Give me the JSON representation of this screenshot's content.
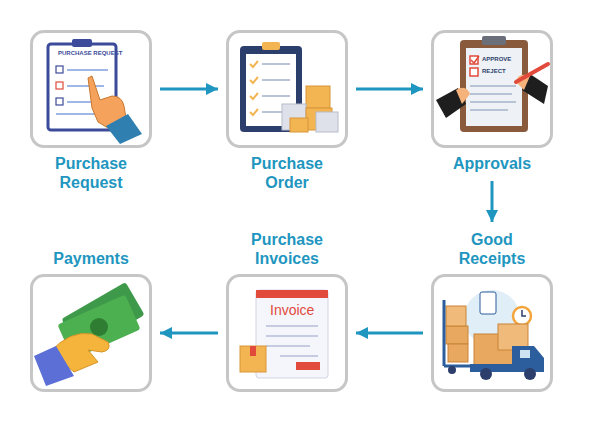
{
  "diagram": {
    "nodes": [
      {
        "text": [
          "Purchase Request"
        ]
      },
      {
        "text": [
          "Purchase Order"
        ]
      },
      {
        "text": [
          "Approvals"
        ]
      },
      {
        "text": [
          "Good Receipts"
        ]
      },
      {
        "text": [
          "Purchase Invoices"
        ]
      },
      {
        "text": [
          "Payments"
        ]
      }
    ],
    "edges": [
      {
        "from": 0,
        "to": 1,
        "arrow": "to"
      },
      {
        "from": 1,
        "to": 2,
        "arrow": "to"
      },
      {
        "from": 2,
        "to": 3,
        "arrow": "to"
      },
      {
        "from": 3,
        "to": 4,
        "arrow": "to"
      },
      {
        "from": 4,
        "to": 5,
        "arrow": "to"
      }
    ],
    "labels": [
      "PURCHASE REQUEST",
      "APPROVE",
      "REJECT",
      "Invoice"
    ]
  }
}
